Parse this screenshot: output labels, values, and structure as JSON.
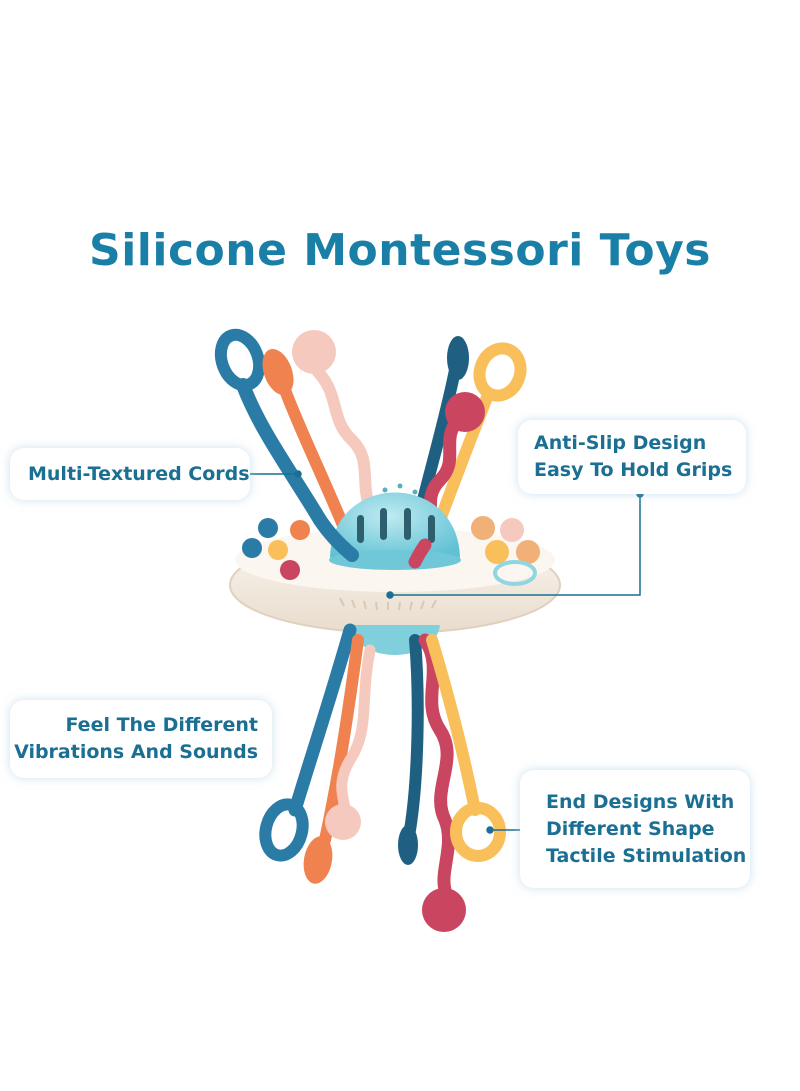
{
  "title": "Silicone Montessori Toys",
  "callouts": {
    "cords": {
      "lines": [
        "Multi-Textured Cords"
      ]
    },
    "grips": {
      "lines": [
        "Anti-Slip Design",
        "Easy To Hold Grips"
      ]
    },
    "sounds": {
      "lines": [
        "Feel The Different",
        "Vibrations And Sounds"
      ]
    },
    "ends": {
      "lines": [
        "End Designs With",
        "Different Shape",
        "Tactile Stimulation"
      ]
    }
  },
  "colors": {
    "title": "#1a7fa7",
    "callout_text": "#1a6f93",
    "cord_blue": "#2a7ba6",
    "cord_orange": "#f0824f",
    "cord_pink": "#f6c9bf",
    "cord_navy": "#1f5f82",
    "cord_yellow": "#f9bf5a",
    "cord_red": "#c94560",
    "ufo_base": "#f4ebe1",
    "dome": "#8fd6e2"
  }
}
